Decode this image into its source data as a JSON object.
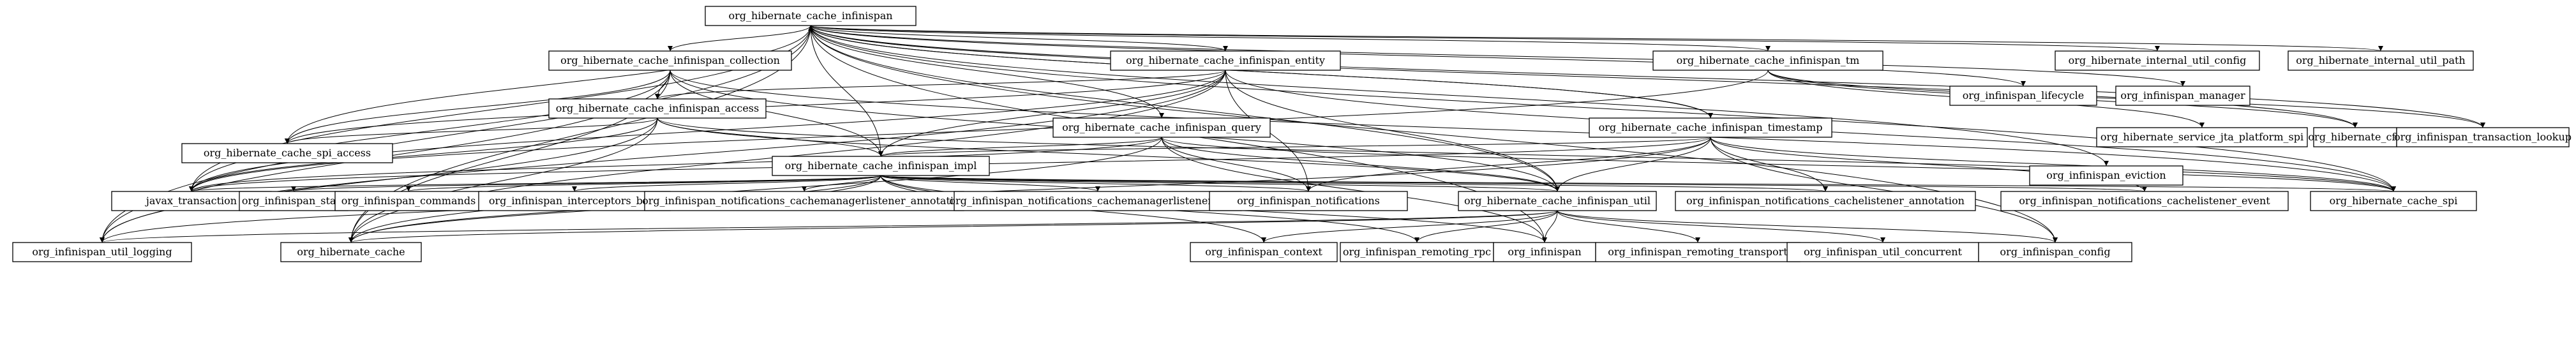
{
  "nodes": [
    {
      "id": "root",
      "label": "org_hibernate_cache_infinispan"
    },
    {
      "id": "collection",
      "label": "org_hibernate_cache_infinispan_collection"
    },
    {
      "id": "entry",
      "label": "org_hibernate_cache_infinispan_entity"
    },
    {
      "id": "tm",
      "label": "org_hibernate_cache_infinispan_tm"
    },
    {
      "id": "internal_util_config",
      "label": "org_hibernate_internal_util_config"
    },
    {
      "id": "internal_util_path",
      "label": "org_hibernate_internal_util_path"
    },
    {
      "id": "lifecycle",
      "label": "org_infinispan_lifecycle"
    },
    {
      "id": "manager",
      "label": "org_infinispan_manager"
    },
    {
      "id": "access",
      "label": "org_hibernate_cache_infinispan_access"
    },
    {
      "id": "query",
      "label": "org_hibernate_cache_infinispan_query"
    },
    {
      "id": "timestamp",
      "label": "org_hibernate_cache_infinispan_timestamp"
    },
    {
      "id": "jta_platform",
      "label": "org_hibernate_service_jta_platform_spi"
    },
    {
      "id": "hcfg",
      "label": "org_hibernate_cfg"
    },
    {
      "id": "tx_lookup",
      "label": "org_infinispan_transaction_lookup"
    },
    {
      "id": "spi_access",
      "label": "org_hibernate_cache_spi_access"
    },
    {
      "id": "impl",
      "label": "org_hibernate_cache_infinispan_impl"
    },
    {
      "id": "eviction",
      "label": "org_infinispan_eviction"
    },
    {
      "id": "javax_tx",
      "label": "javax_transaction"
    },
    {
      "id": "stats",
      "label": "org_infinispan_stats"
    },
    {
      "id": "commands",
      "label": "org_infinispan_commands"
    },
    {
      "id": "interceptors",
      "label": "org_infinispan_interceptors_base"
    },
    {
      "id": "cm_annotation",
      "label": "org_infinispan_notifications_cachemanagerlistener_annotation"
    },
    {
      "id": "cm_event",
      "label": "org_infinispan_notifications_cachemanagerlistener_event"
    },
    {
      "id": "notifications",
      "label": "org_infinispan_notifications"
    },
    {
      "id": "util",
      "label": "org_hibernate_cache_infinispan_util"
    },
    {
      "id": "cl_annotation",
      "label": "org_infinispan_notifications_cachelistener_annotation"
    },
    {
      "id": "cl_event",
      "label": "org_infinispan_notifications_cachelistener_event"
    },
    {
      "id": "cache_spi",
      "label": "org_hibernate_cache_spi"
    },
    {
      "id": "util_logging",
      "label": "org_infinispan_util_logging"
    },
    {
      "id": "hcache",
      "label": "org_hibernate_cache"
    },
    {
      "id": "context",
      "label": "org_infinispan_context"
    },
    {
      "id": "remoting_rpc",
      "label": "org_infinispan_remoting_rpc"
    },
    {
      "id": "infinispan",
      "label": "org_infinispan"
    },
    {
      "id": "remoting_transport",
      "label": "org_infinispan_remoting_transport"
    },
    {
      "id": "util_concurrent",
      "label": "org_infinispan_util_concurrent"
    },
    {
      "id": "iconfig",
      "label": "org_infinispan_config"
    }
  ],
  "edges": [
    [
      "root",
      "collection"
    ],
    [
      "root",
      "entry"
    ],
    [
      "root",
      "tm"
    ],
    [
      "root",
      "internal_util_config"
    ],
    [
      "root",
      "internal_util_path"
    ],
    [
      "root",
      "lifecycle"
    ],
    [
      "root",
      "manager"
    ],
    [
      "root",
      "query"
    ],
    [
      "root",
      "timestamp"
    ],
    [
      "root",
      "hcfg"
    ],
    [
      "root",
      "tx_lookup"
    ],
    [
      "root",
      "eviction"
    ],
    [
      "root",
      "impl"
    ],
    [
      "root",
      "util"
    ],
    [
      "root",
      "cache_spi"
    ],
    [
      "root",
      "spi_access"
    ],
    [
      "root",
      "javax_tx"
    ],
    [
      "root",
      "util_logging"
    ],
    [
      "root",
      "hcache"
    ],
    [
      "root",
      "infinispan"
    ],
    [
      "root",
      "iconfig"
    ],
    [
      "collection",
      "access"
    ],
    [
      "collection",
      "impl"
    ],
    [
      "collection",
      "util"
    ],
    [
      "collection",
      "spi_access"
    ],
    [
      "collection",
      "javax_tx"
    ],
    [
      "collection",
      "hcache"
    ],
    [
      "collection",
      "cache_spi"
    ],
    [
      "collection",
      "util_logging"
    ],
    [
      "entry",
      "access"
    ],
    [
      "entry",
      "impl"
    ],
    [
      "entry",
      "util"
    ],
    [
      "entry",
      "spi_access"
    ],
    [
      "entry",
      "javax_tx"
    ],
    [
      "entry",
      "hcache"
    ],
    [
      "entry",
      "cache_spi"
    ],
    [
      "entry",
      "util_logging"
    ],
    [
      "entry",
      "notifications"
    ],
    [
      "tm",
      "jta_platform"
    ],
    [
      "tm",
      "hcfg"
    ],
    [
      "tm",
      "tx_lookup"
    ],
    [
      "tm",
      "javax_tx"
    ],
    [
      "access",
      "impl"
    ],
    [
      "access",
      "util"
    ],
    [
      "access",
      "spi_access"
    ],
    [
      "access",
      "javax_tx"
    ],
    [
      "access",
      "hcache"
    ],
    [
      "access",
      "util_logging"
    ],
    [
      "access",
      "cache_spi"
    ],
    [
      "query",
      "impl"
    ],
    [
      "query",
      "util"
    ],
    [
      "query",
      "notifications"
    ],
    [
      "query",
      "javax_tx"
    ],
    [
      "query",
      "hcache"
    ],
    [
      "query",
      "cache_spi"
    ],
    [
      "query",
      "infinispan"
    ],
    [
      "timestamp",
      "root"
    ],
    [
      "timestamp",
      "impl"
    ],
    [
      "timestamp",
      "util"
    ],
    [
      "timestamp",
      "notifications"
    ],
    [
      "timestamp",
      "cl_annotation"
    ],
    [
      "timestamp",
      "cl_event"
    ],
    [
      "timestamp",
      "cache_spi"
    ],
    [
      "timestamp",
      "hcache"
    ],
    [
      "timestamp",
      "iconfig"
    ],
    [
      "timestamp",
      "javax_tx"
    ],
    [
      "impl",
      "util"
    ],
    [
      "impl",
      "javax_tx"
    ],
    [
      "impl",
      "stats"
    ],
    [
      "impl",
      "commands"
    ],
    [
      "impl",
      "interceptors"
    ],
    [
      "impl",
      "cm_annotation"
    ],
    [
      "impl",
      "cm_event"
    ],
    [
      "impl",
      "notifications"
    ],
    [
      "impl",
      "cl_annotation"
    ],
    [
      "impl",
      "cl_event"
    ],
    [
      "impl",
      "cache_spi"
    ],
    [
      "impl",
      "util_logging"
    ],
    [
      "impl",
      "hcache"
    ],
    [
      "impl",
      "context"
    ],
    [
      "impl",
      "infinispan"
    ],
    [
      "impl",
      "remoting_rpc"
    ],
    [
      "util",
      "context"
    ],
    [
      "util",
      "remoting_rpc"
    ],
    [
      "util",
      "infinispan"
    ],
    [
      "util",
      "remoting_transport"
    ],
    [
      "util",
      "util_concurrent"
    ],
    [
      "util",
      "iconfig"
    ],
    [
      "util",
      "util_logging"
    ],
    [
      "util",
      "hcache"
    ]
  ]
}
